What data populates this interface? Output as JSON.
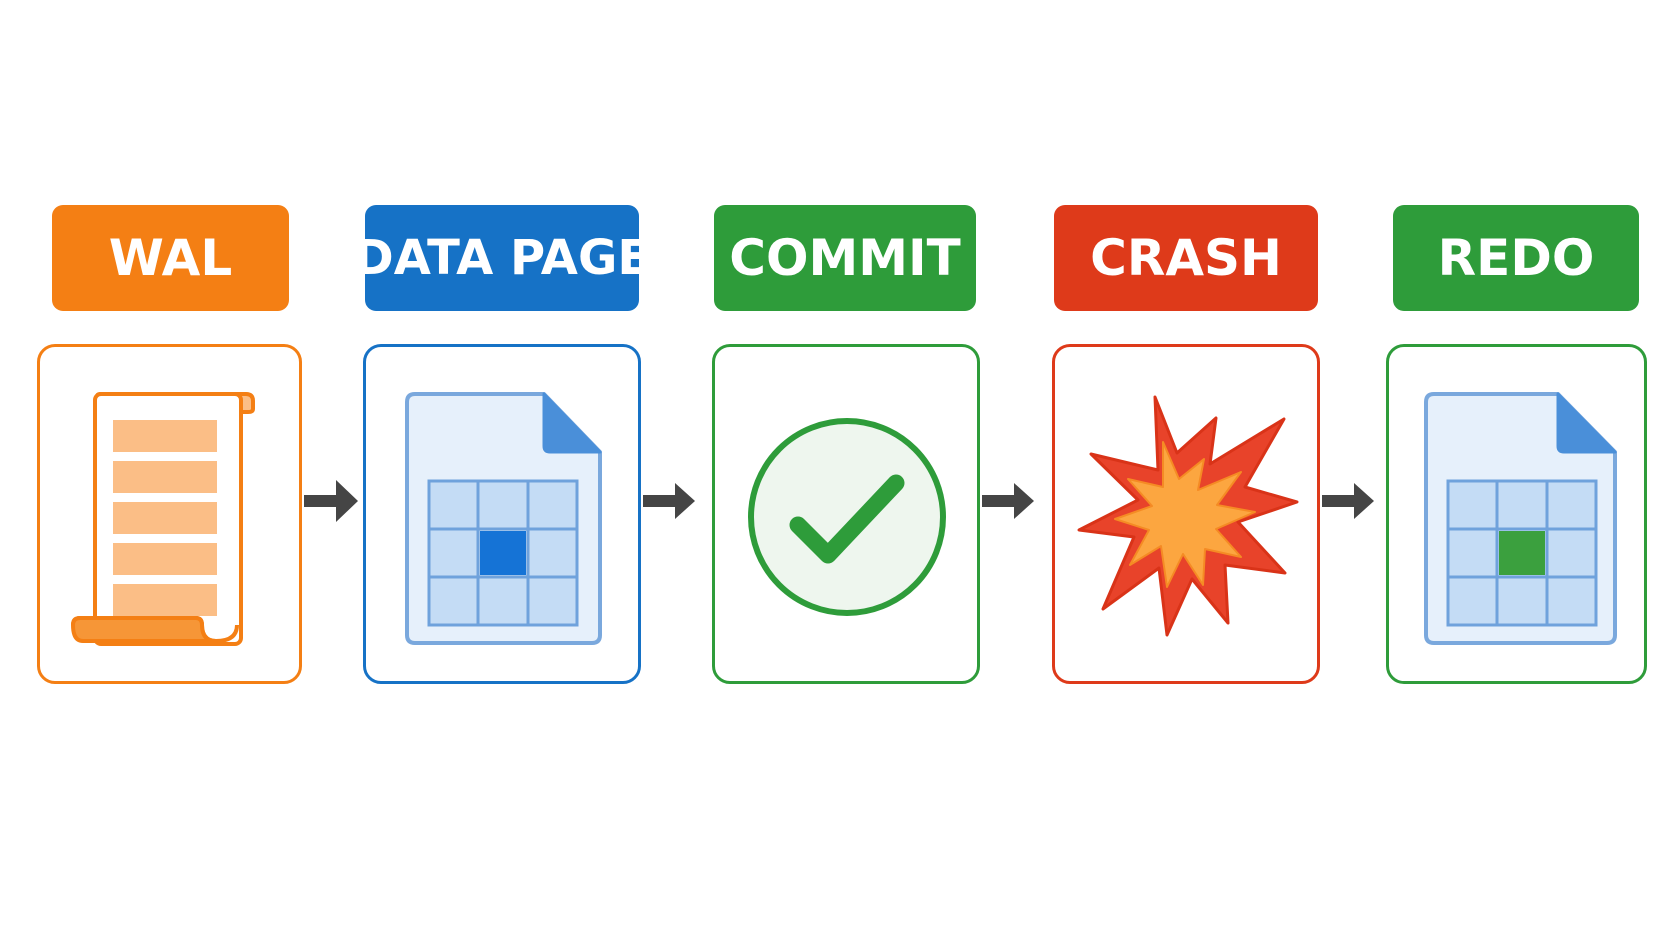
{
  "steps": [
    {
      "id": "wal",
      "label": "WAL",
      "color": "#F47F14",
      "icon": "log-scroll-icon"
    },
    {
      "id": "data-page",
      "label": "DATA PAGE",
      "color": "#1672C6",
      "icon": "data-page-icon"
    },
    {
      "id": "commit",
      "label": "COMMIT",
      "color": "#2E9C3A",
      "icon": "checkmark-circle-icon"
    },
    {
      "id": "crash",
      "label": "CRASH",
      "color": "#DE3A1A",
      "icon": "explosion-icon"
    },
    {
      "id": "redo",
      "label": "REDO",
      "color": "#2E9C3A",
      "icon": "data-page-icon"
    }
  ],
  "colors": {
    "arrow": "#454545",
    "page_fill": "#E6F0FB",
    "page_border": "#7AA8DD",
    "grid_cell": "#C4DCF5",
    "wal_entry": "#FBBE86",
    "page_highlight_blue": "#1573D6",
    "page_highlight_green": "#3BA03E",
    "check_fill": "#EEF6EE",
    "burst_outer": "#E8432A",
    "burst_inner": "#FCA640"
  }
}
